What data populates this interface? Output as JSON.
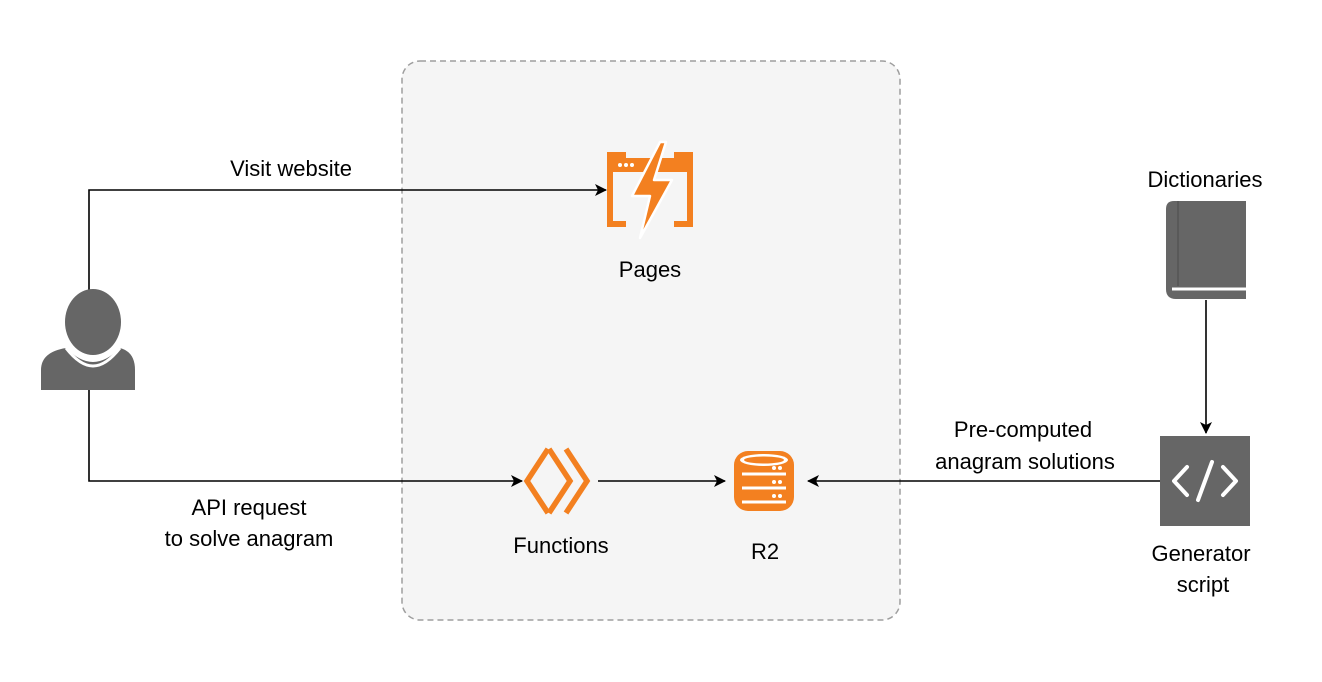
{
  "colors": {
    "accent": "#F38020",
    "icon_gray": "#666666",
    "edge": "#000000",
    "container_fill": "#F5F5F5",
    "container_border": "#9E9E9E"
  },
  "nodes": {
    "user": {
      "icon": "user-icon"
    },
    "pages": {
      "label": "Pages",
      "icon": "pages-lightning-icon"
    },
    "functions": {
      "label": "Functions",
      "icon": "functions-chevrons-icon"
    },
    "r2": {
      "label": "R2",
      "icon": "database-icon"
    },
    "dictionaries": {
      "label": "Dictionaries",
      "icon": "book-icon"
    },
    "generator": {
      "label_line1": "Generator",
      "label_line2": "script",
      "icon": "code-icon"
    }
  },
  "edges": {
    "visit": {
      "label": "Visit website"
    },
    "api": {
      "label_line1": "API request",
      "label_line2": "to solve anagram"
    },
    "precomputed": {
      "label_line1": "Pre-computed",
      "label_line2": "anagram solutions"
    }
  }
}
